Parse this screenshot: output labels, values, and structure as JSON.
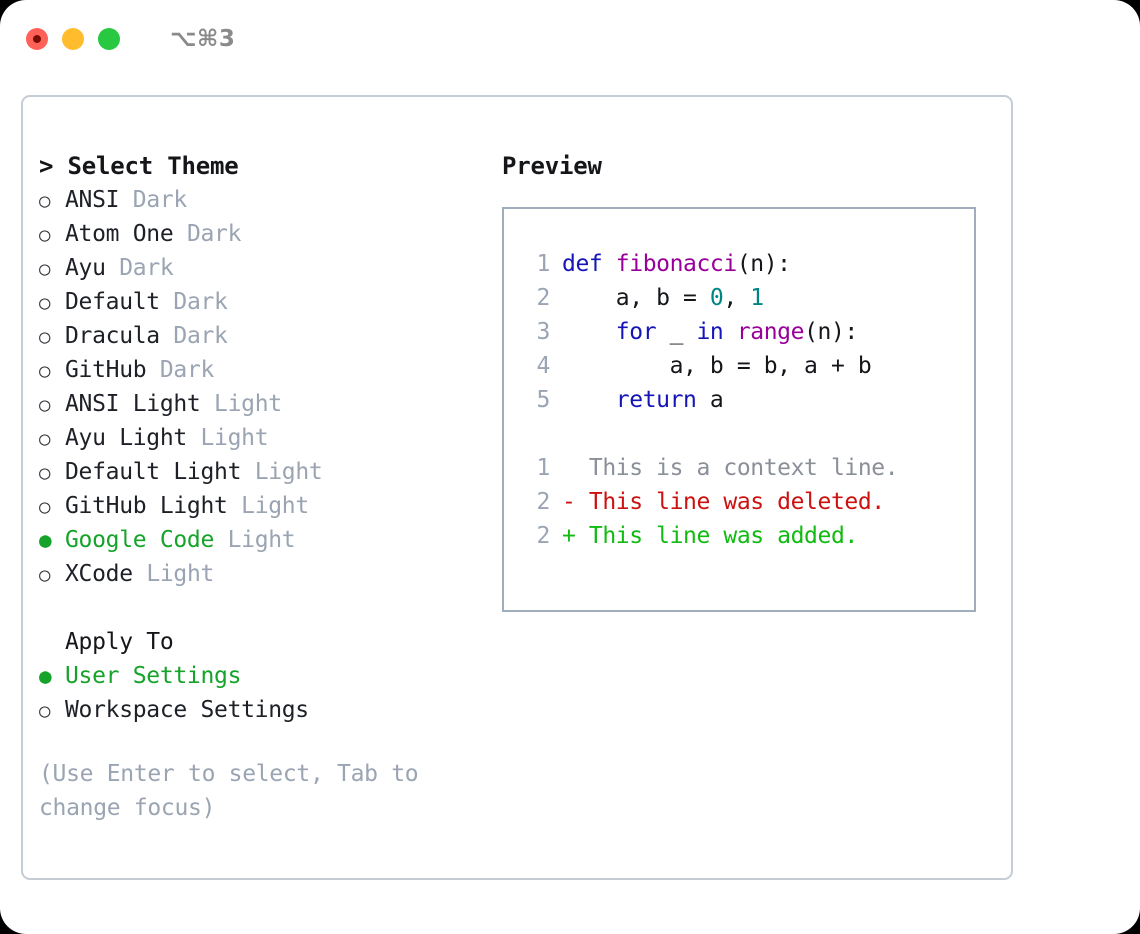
{
  "titlebar": {
    "shortcut": "⌥⌘3",
    "lights": [
      "close",
      "minimize",
      "maximize"
    ]
  },
  "theme_panel": {
    "title": "> Select Theme",
    "options": [
      {
        "marker": "○",
        "label": "ANSI",
        "tag": "Dark",
        "selected": false
      },
      {
        "marker": "○",
        "label": "Atom One",
        "tag": "Dark",
        "selected": false
      },
      {
        "marker": "○",
        "label": "Ayu",
        "tag": "Dark",
        "selected": false
      },
      {
        "marker": "○",
        "label": "Default",
        "tag": "Dark",
        "selected": false
      },
      {
        "marker": "○",
        "label": "Dracula",
        "tag": "Dark",
        "selected": false
      },
      {
        "marker": "○",
        "label": "GitHub",
        "tag": "Dark",
        "selected": false
      },
      {
        "marker": "○",
        "label": "ANSI Light",
        "tag": "Light",
        "selected": false
      },
      {
        "marker": "○",
        "label": "Ayu Light",
        "tag": "Light",
        "selected": false
      },
      {
        "marker": "○",
        "label": "Default Light",
        "tag": "Light",
        "selected": false
      },
      {
        "marker": "○",
        "label": "GitHub Light",
        "tag": "Light",
        "selected": false
      },
      {
        "marker": "●",
        "label": "Google Code",
        "tag": "Light",
        "selected": true
      },
      {
        "marker": "○",
        "label": "XCode",
        "tag": "Light",
        "selected": false
      }
    ]
  },
  "apply_to": {
    "title": "Apply To",
    "options": [
      {
        "marker": "●",
        "label": "User Settings",
        "selected": true
      },
      {
        "marker": "○",
        "label": "Workspace Settings",
        "selected": false
      }
    ]
  },
  "hint": "(Use Enter to select, Tab to change focus)",
  "preview": {
    "title": "Preview",
    "code_lines": [
      {
        "number": "1",
        "tokens": [
          {
            "t": "def",
            "c": "kw"
          },
          {
            "t": " ",
            "c": "pl"
          },
          {
            "t": "fibonacci",
            "c": "fn"
          },
          {
            "t": "(n):",
            "c": "pl"
          }
        ]
      },
      {
        "number": "2",
        "tokens": [
          {
            "t": "    a, b = ",
            "c": "pl"
          },
          {
            "t": "0",
            "c": "num"
          },
          {
            "t": ", ",
            "c": "pl"
          },
          {
            "t": "1",
            "c": "num"
          }
        ]
      },
      {
        "number": "3",
        "tokens": [
          {
            "t": "    ",
            "c": "pl"
          },
          {
            "t": "for",
            "c": "kw"
          },
          {
            "t": " _ ",
            "c": "pl"
          },
          {
            "t": "in",
            "c": "kw"
          },
          {
            "t": " ",
            "c": "pl"
          },
          {
            "t": "range",
            "c": "fn"
          },
          {
            "t": "(n):",
            "c": "pl"
          }
        ]
      },
      {
        "number": "4",
        "tokens": [
          {
            "t": "        a, b = b, a + b",
            "c": "pl"
          }
        ]
      },
      {
        "number": "5",
        "tokens": [
          {
            "t": "    ",
            "c": "pl"
          },
          {
            "t": "return",
            "c": "kw"
          },
          {
            "t": " a",
            "c": "pl"
          }
        ]
      }
    ],
    "diff_lines": [
      {
        "number": "1",
        "sign": "  ",
        "text": "This is a context line.",
        "kind": "d-ctx"
      },
      {
        "number": "2",
        "sign": "- ",
        "text": "This line was deleted.",
        "kind": "d-del"
      },
      {
        "number": "2",
        "sign": "+ ",
        "text": "This line was added.",
        "kind": "d-add"
      }
    ]
  },
  "colors": {
    "accent_green": "#16a32a",
    "muted": "#9aa4b2",
    "keyword": "#1414b8",
    "function": "#990099",
    "number": "#008585",
    "diff_deleted": "#cc1111",
    "diff_added": "#11bb11",
    "panel_border": "#a0adbd",
    "frame_border": "#c6ccd4"
  }
}
